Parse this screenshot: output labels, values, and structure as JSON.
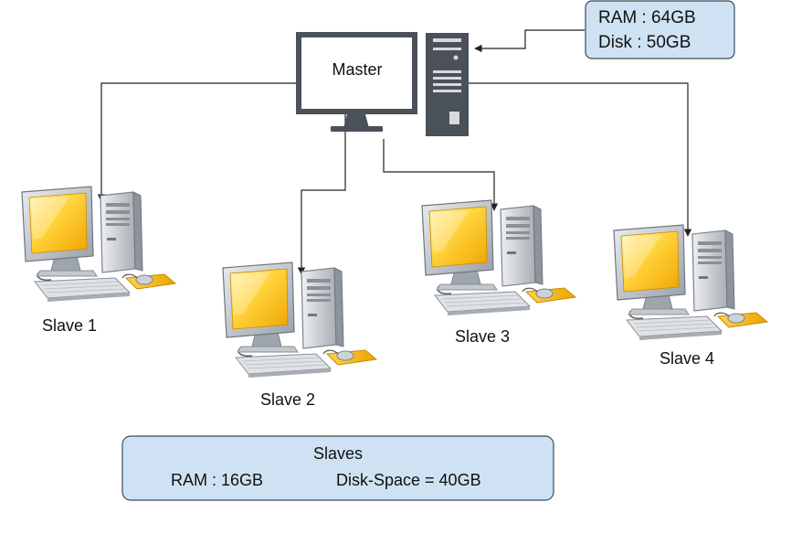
{
  "master": {
    "label": "Master"
  },
  "server_specs": {
    "ram": "RAM : 64GB",
    "disk": "Disk : 50GB"
  },
  "slaves": [
    {
      "label": "Slave 1"
    },
    {
      "label": "Slave 2"
    },
    {
      "label": "Slave 3"
    },
    {
      "label": "Slave 4"
    }
  ],
  "slaves_specs": {
    "title": "Slaves",
    "ram": "RAM : 16GB",
    "disk_space": "Disk-Space = 40GB"
  },
  "colors": {
    "spec_box_fill": "#cfe2f3",
    "spec_box_stroke": "#3c4a5a",
    "server_body": "#4a5158",
    "pc_screen_glow": "#f7c21a",
    "pc_case": "#c9cdd1",
    "mousepad": "#f2b51b"
  },
  "icons": [
    "monitor-icon",
    "server-tower-icon",
    "desktop-computer-icon"
  ]
}
